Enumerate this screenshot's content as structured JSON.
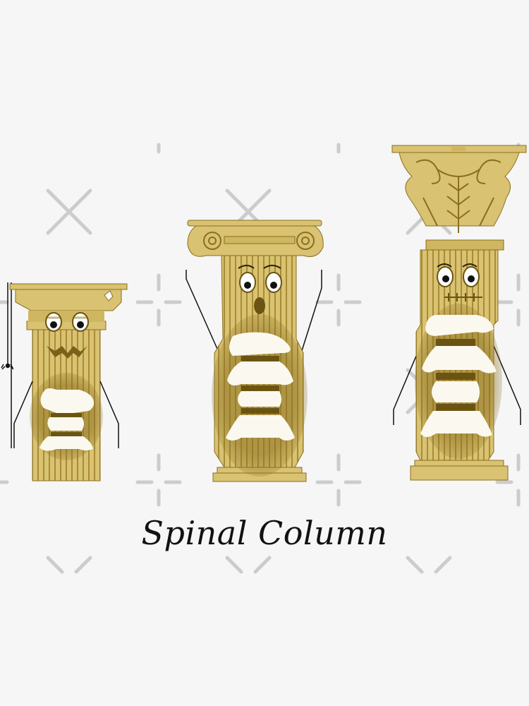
{
  "artwork": {
    "caption": "Spinal Column",
    "subject": "Three cartoon classical columns (Doric, Ionic, Corinthian) with faces and vertebrae",
    "colors": {
      "background": "#f6f6f6",
      "gold_light": "#e3cf86",
      "gold_mid": "#c9ad55",
      "gold_dark": "#8a6f20",
      "bone": "#fbf9ef",
      "watermark": "#c8c8c8"
    },
    "columns": [
      {
        "name": "doric-column",
        "style": "Doric",
        "expression": "jagged-mouth"
      },
      {
        "name": "ionic-column",
        "style": "Ionic",
        "expression": "surprised-mouth"
      },
      {
        "name": "corinthian-column",
        "style": "Corinthian",
        "expression": "stitched-mouth"
      }
    ]
  }
}
